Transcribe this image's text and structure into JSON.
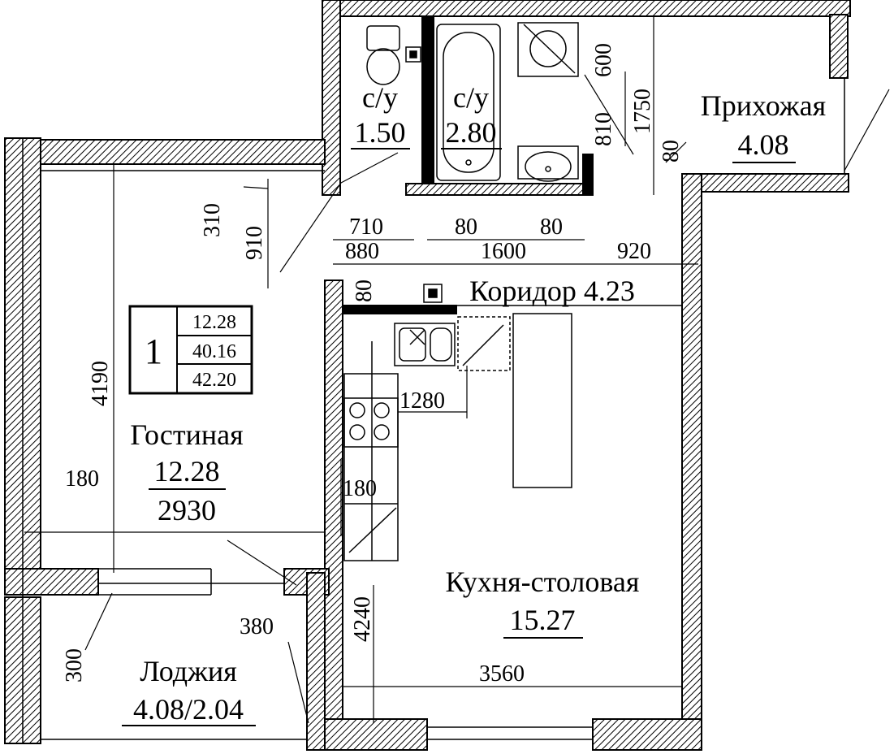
{
  "rooms": {
    "wc1": {
      "name": "с/у",
      "area": "1.50"
    },
    "wc2": {
      "name": "с/у",
      "area": "2.80"
    },
    "hall": {
      "name": "Прихожая",
      "area": "4.08"
    },
    "corridor": {
      "label": "Коридор 4.23"
    },
    "living": {
      "name": "Гостиная",
      "area": "12.28",
      "width": "2930"
    },
    "kitchen": {
      "name": "Кухня-столовая",
      "area": "15.27"
    },
    "loggia": {
      "name": "Лоджия",
      "area": "4.08/2.04"
    }
  },
  "summary": {
    "rooms_count": "1",
    "living_area": "12.28",
    "total_area": "40.16",
    "total_with_loggia": "42.20"
  },
  "dimensions": {
    "d600": "600",
    "d1750": "1750",
    "d810": "810",
    "d80a": "80",
    "d310": "310",
    "d910": "910",
    "d710": "710",
    "d880": "880",
    "d80b": "80",
    "d80c": "80",
    "d1600": "1600",
    "d920": "920",
    "d80d": "80",
    "d4190": "4190",
    "d1280": "1280",
    "d180a": "180",
    "d180b": "180",
    "d4240": "4240",
    "d380": "380",
    "d300": "300",
    "d3560": "3560"
  },
  "colors": {
    "ink": "#000000",
    "paper": "#ffffff"
  }
}
